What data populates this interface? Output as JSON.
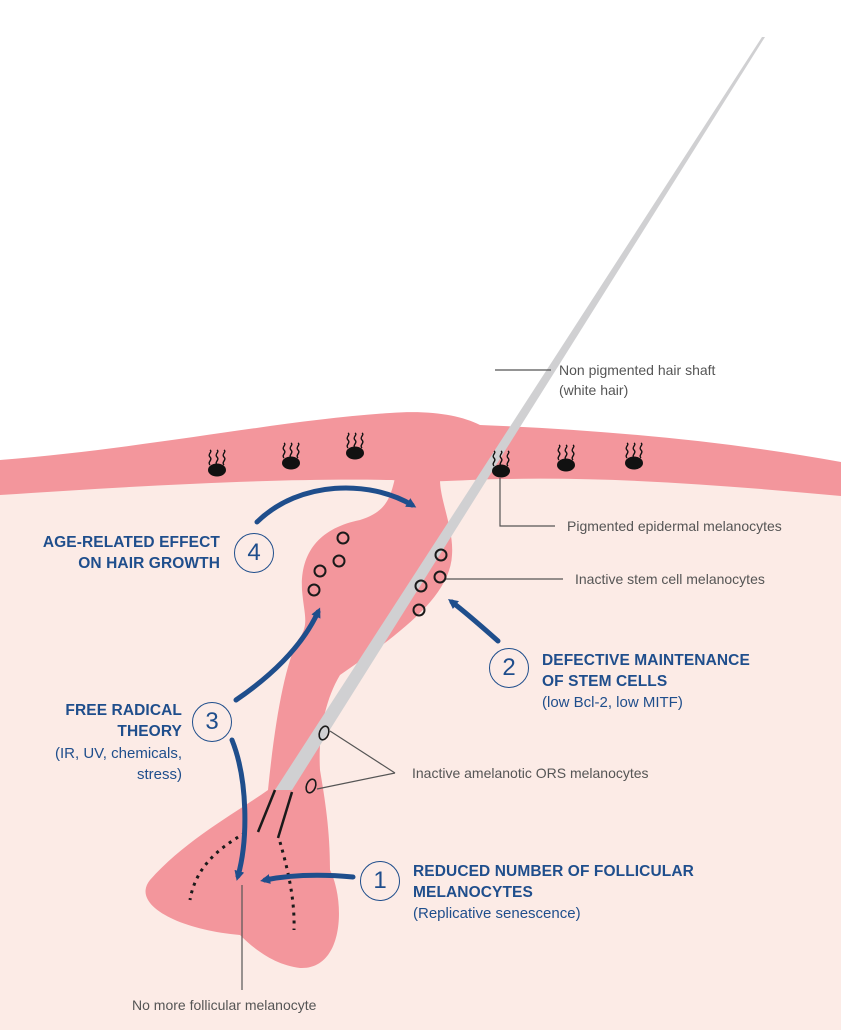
{
  "labels": {
    "hair_shaft": [
      "Non pigmented hair shaft",
      "(white hair)"
    ],
    "epidermal": "Pigmented epidermal melanocytes",
    "stem": "Inactive stem cell melanocytes",
    "ors": "Inactive amelanotic ORS melanocytes",
    "no_more": "No more follicular melanocyte"
  },
  "causes": {
    "c1": {
      "number": "1",
      "title": [
        "REDUCED NUMBER OF FOLLICULAR",
        "MELANOCYTES"
      ],
      "sub": [
        "(Replicative senescence)"
      ]
    },
    "c2": {
      "number": "2",
      "title": [
        "DEFECTIVE MAINTENANCE",
        "OF STEM CELLS"
      ],
      "sub": [
        "(low Bcl-2, low MITF)"
      ]
    },
    "c3": {
      "number": "3",
      "title": [
        "FREE RADICAL",
        "THEORY"
      ],
      "sub": [
        "(IR, UV, chemicals,",
        "stress)"
      ]
    },
    "c4": {
      "number": "4",
      "title": [
        "AGE-RELATED EFFECT",
        "ON HAIR GROWTH"
      ],
      "sub": []
    }
  },
  "colors": {
    "dermis": "#fcebe6",
    "epidermis": "#f3969c",
    "hair": "#d0d0d2",
    "accent": "#1f4e8c",
    "leader": "#555555"
  }
}
